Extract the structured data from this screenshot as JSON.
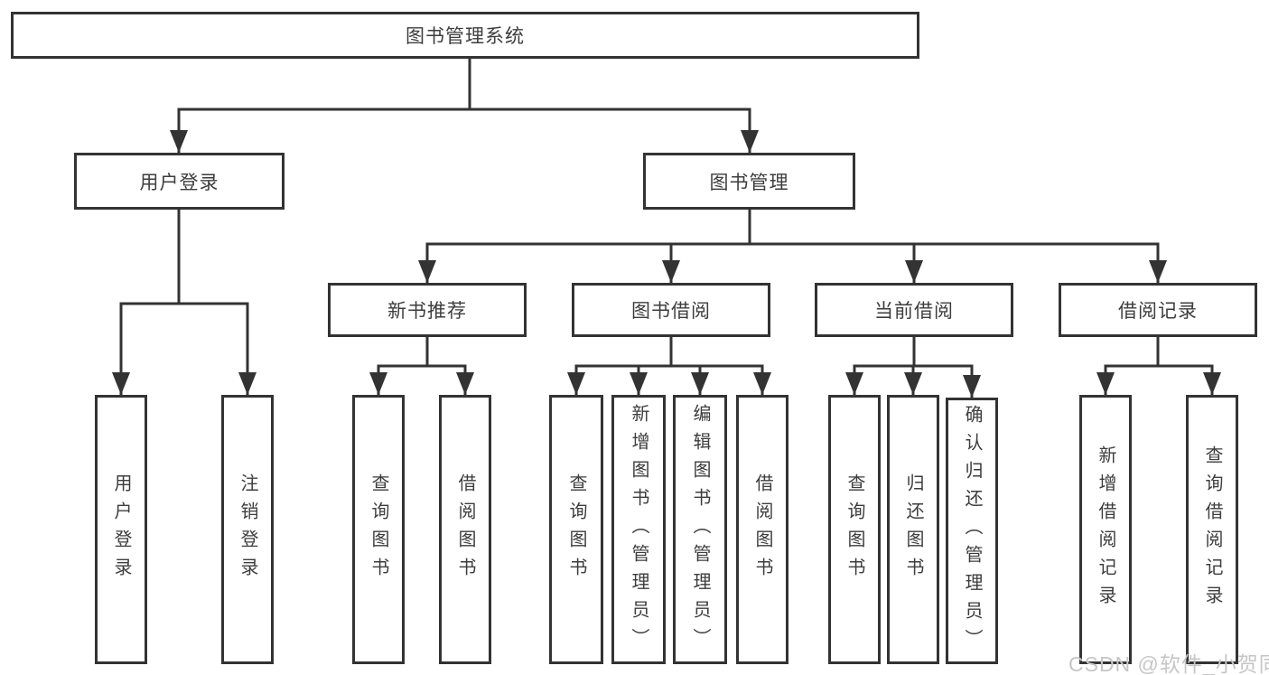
{
  "colors": {
    "line": "#333333",
    "text": "#3d3d3d",
    "background": "#ffffff",
    "watermark": "#c6c6c6"
  },
  "tree": {
    "root": {
      "label": "图书管理系统"
    },
    "branches": [
      {
        "label": "用户登录",
        "children": [
          {
            "label": "用户登录"
          },
          {
            "label": "注销登录"
          }
        ]
      },
      {
        "label": "图书管理",
        "children": [
          {
            "label": "新书推荐",
            "children": [
              {
                "label": "查询图书"
              },
              {
                "label": "借阅图书"
              }
            ]
          },
          {
            "label": "图书借阅",
            "children": [
              {
                "label": "查询图书"
              },
              {
                "label": "新增图书（管理员）"
              },
              {
                "label": "编辑图书（管理员）"
              },
              {
                "label": "借阅图书"
              }
            ]
          },
          {
            "label": "当前借阅",
            "children": [
              {
                "label": "查询图书"
              },
              {
                "label": "归还图书"
              },
              {
                "label": "确认归还（管理员）"
              }
            ]
          },
          {
            "label": "借阅记录",
            "children": [
              {
                "label": "新增借阅记录"
              },
              {
                "label": "查询借阅记录"
              }
            ]
          }
        ]
      }
    ]
  },
  "watermark": {
    "text": "CSDN @软件_小贺同学"
  }
}
